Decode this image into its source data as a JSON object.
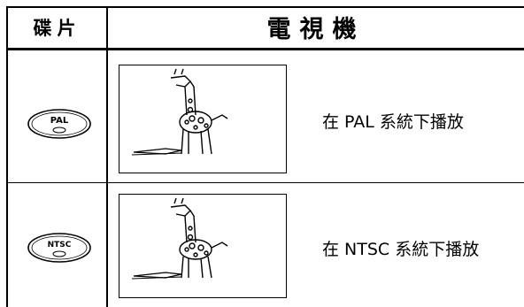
{
  "header": {
    "disc_label": "碟片",
    "tv_label": "電視機"
  },
  "rows": [
    {
      "disc_badge": "PAL",
      "caption": "在 PAL 系統下播放"
    },
    {
      "disc_badge": "NTSC",
      "caption": "在 NTSC 系統下播放"
    }
  ]
}
